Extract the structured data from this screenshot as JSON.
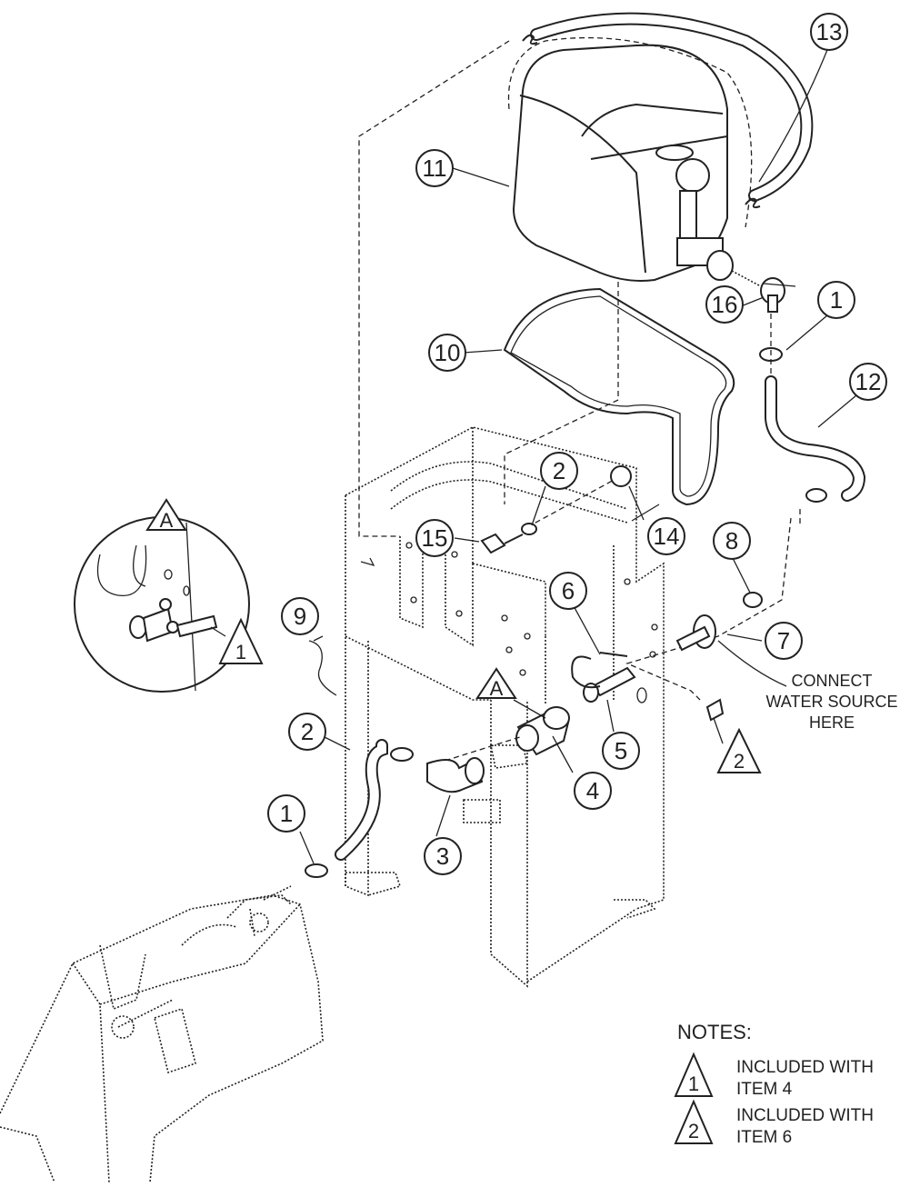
{
  "callouts": [
    {
      "id": "c1a",
      "label": "1"
    },
    {
      "id": "c1b",
      "label": "1"
    },
    {
      "id": "c2a",
      "label": "2"
    },
    {
      "id": "c2b",
      "label": "2"
    },
    {
      "id": "c3",
      "label": "3"
    },
    {
      "id": "c4",
      "label": "4"
    },
    {
      "id": "c5",
      "label": "5"
    },
    {
      "id": "c6",
      "label": "6"
    },
    {
      "id": "c7",
      "label": "7"
    },
    {
      "id": "c8",
      "label": "8"
    },
    {
      "id": "c9",
      "label": "9"
    },
    {
      "id": "c10",
      "label": "10"
    },
    {
      "id": "c11",
      "label": "11"
    },
    {
      "id": "c12",
      "label": "12"
    },
    {
      "id": "c13",
      "label": "13"
    },
    {
      "id": "c14",
      "label": "14"
    },
    {
      "id": "c15",
      "label": "15"
    },
    {
      "id": "c16",
      "label": "16"
    }
  ],
  "triangles": {
    "detail_a": "A",
    "fitting_a": "A",
    "note_flag_1": "1",
    "note_flag_2": "2"
  },
  "connect_label": [
    "CONNECT",
    "WATER SOURCE",
    "HERE"
  ],
  "notes": {
    "title": "NOTES:",
    "items": [
      {
        "flag": "1",
        "line1": "INCLUDED WITH",
        "line2": "ITEM 4"
      },
      {
        "flag": "2",
        "line1": "INCLUDED WITH",
        "line2": "ITEM 6"
      }
    ]
  },
  "colors": {
    "ink": "#222222",
    "paper": "#ffffff"
  }
}
